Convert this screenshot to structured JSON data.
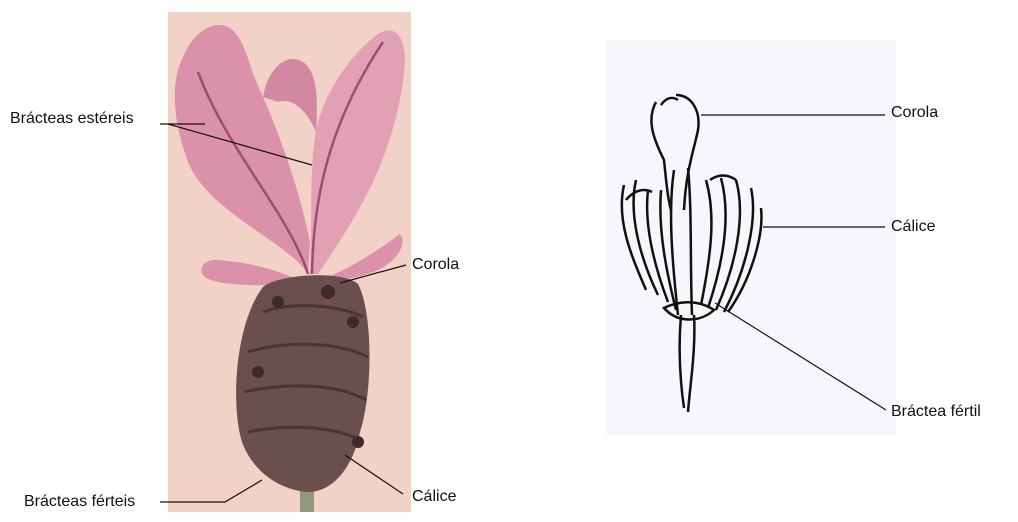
{
  "left_figure": {
    "labels": {
      "bracteas_estereis": "Brácteas estéreis",
      "corola": "Corola",
      "calice": "Cálice",
      "bracteas_ferteis": "Brácteas férteis"
    }
  },
  "right_figure": {
    "labels": {
      "corola": "Corola",
      "calice": "Cálice",
      "bractea_fertil": "Bráctea fértil"
    }
  },
  "colors": {
    "photo_background": "#f2d2c6",
    "sterile_bract": "#d98aa6",
    "sterile_bract_vein": "#9a4f6e",
    "fertile_spike": "#6b4e4e",
    "stem": "#8e9a7a",
    "drawing_background": "#f7f6fb",
    "leader_line": "#111111"
  }
}
